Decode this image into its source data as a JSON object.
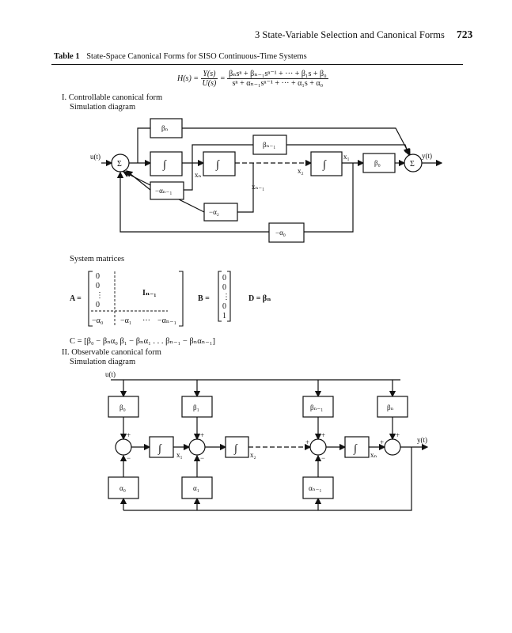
{
  "header": {
    "chapter_title": "3  State-Variable Selection and Canonical Forms",
    "page_number": "723"
  },
  "table": {
    "label": "Table 1",
    "title": "State-Space Canonical Forms for SISO Continuous-Time Systems"
  },
  "transfer_function": {
    "lhs": "H(s)",
    "lhs_num": "Y(s)",
    "lhs_den": "U(s)",
    "num": "βₙsⁿ + βₙ₋₁sⁿ⁻¹ + ··· + β₁s + β₀",
    "den": "sⁿ + αₙ₋₁sⁿ⁻¹ + ··· + α₁s + α₀"
  },
  "section1": {
    "heading": "I.  Controllable canonical form",
    "subheading": "Simulation diagram",
    "diagram": {
      "u_label": "u(t)",
      "y_label": "y(t)",
      "sum_symbol": "Σ",
      "integrator": "∫",
      "beta_n": "βₙ",
      "beta_n1": "βₙ₋₁",
      "beta_0": "β₀",
      "alpha_n1": "−αₙ₋₁",
      "alpha_2": "−α₂",
      "alpha_0": "−α₀",
      "xn": "xₙ",
      "x2": "x₂",
      "x1": "x₁",
      "xn1": "xₙ₋₁"
    },
    "system_matrices_label": "System matrices",
    "A": {
      "name": "A =",
      "col": [
        "0",
        "0",
        "⋮",
        "0"
      ],
      "identity": "Iₙ₋₁",
      "last_row": [
        "−α₀",
        "−α₁",
        "···",
        "−αₙ₋₁"
      ]
    },
    "B": {
      "name": "B =",
      "col": [
        "0",
        "0",
        "⋮",
        "0",
        "1"
      ]
    },
    "D": "D = βₙ",
    "C": "C = [β₀ − βₙα₀   β₁ − βₙα₁   . . .   βₙ₋₁ − βₙαₙ₋₁]"
  },
  "section2": {
    "heading": "II.  Observable canonical form",
    "subheading": "Simulation diagram",
    "diagram": {
      "u_label": "u(t)",
      "y_label": "y(t)",
      "integrator": "∫",
      "beta_0": "β₀",
      "beta_1": "β₁",
      "beta_n1": "βₙ₋₁",
      "beta_n": "βₙ",
      "alpha_0": "α₀",
      "alpha_1": "α₁",
      "alpha_n1": "αₙ₋₁",
      "x1": "x₁",
      "x2": "x₂",
      "xn": "xₙ",
      "plus": "+",
      "minus": "−"
    }
  }
}
